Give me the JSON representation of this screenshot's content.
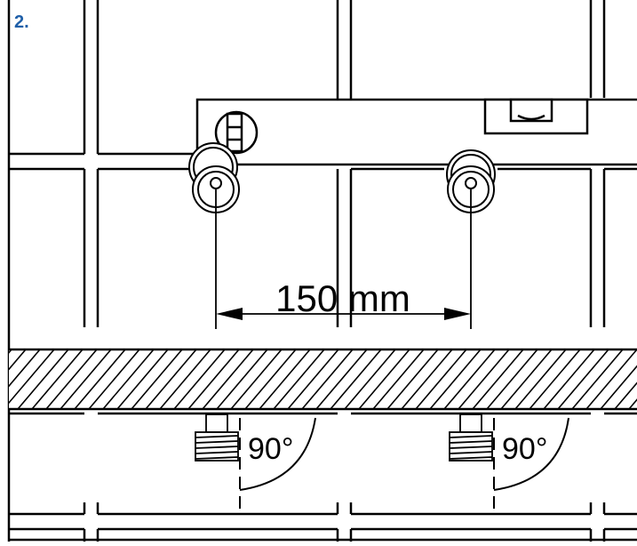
{
  "step_label": "2.",
  "dimension_label": "150 mm",
  "angle_labels": [
    "90°",
    "90°"
  ],
  "colors": {
    "ink": "#000000",
    "paper": "#ffffff",
    "step_label": "#1f5fa8"
  }
}
